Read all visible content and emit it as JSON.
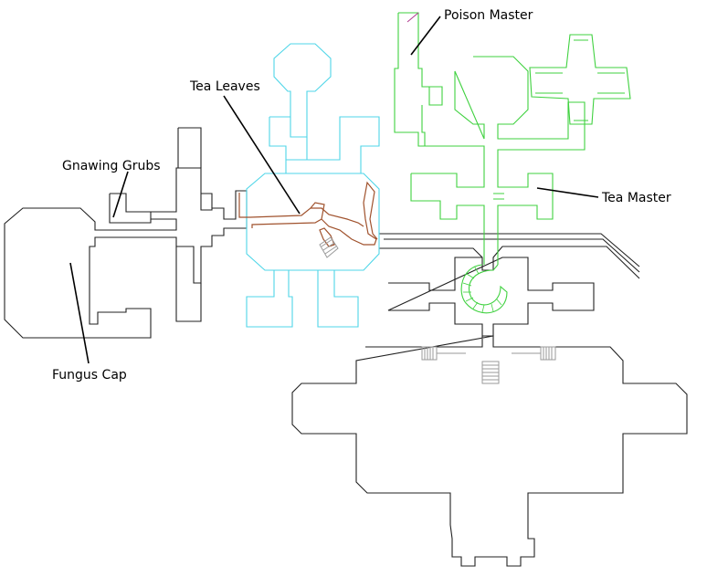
{
  "labels": {
    "poison_master": "Poison Master",
    "tea_leaves": "Tea Leaves",
    "gnawing_grubs": "Gnawing Grubs",
    "tea_master": "Tea Master",
    "fungus_cap": "Fungus Cap"
  },
  "colors": {
    "base_walls": "#222222",
    "cyan_wing": "#4fd6e8",
    "green_wing": "#3fd13f",
    "path_brown": "#a0522d",
    "stairs_gray": "#9a9a9a",
    "pointer": "#000000"
  }
}
